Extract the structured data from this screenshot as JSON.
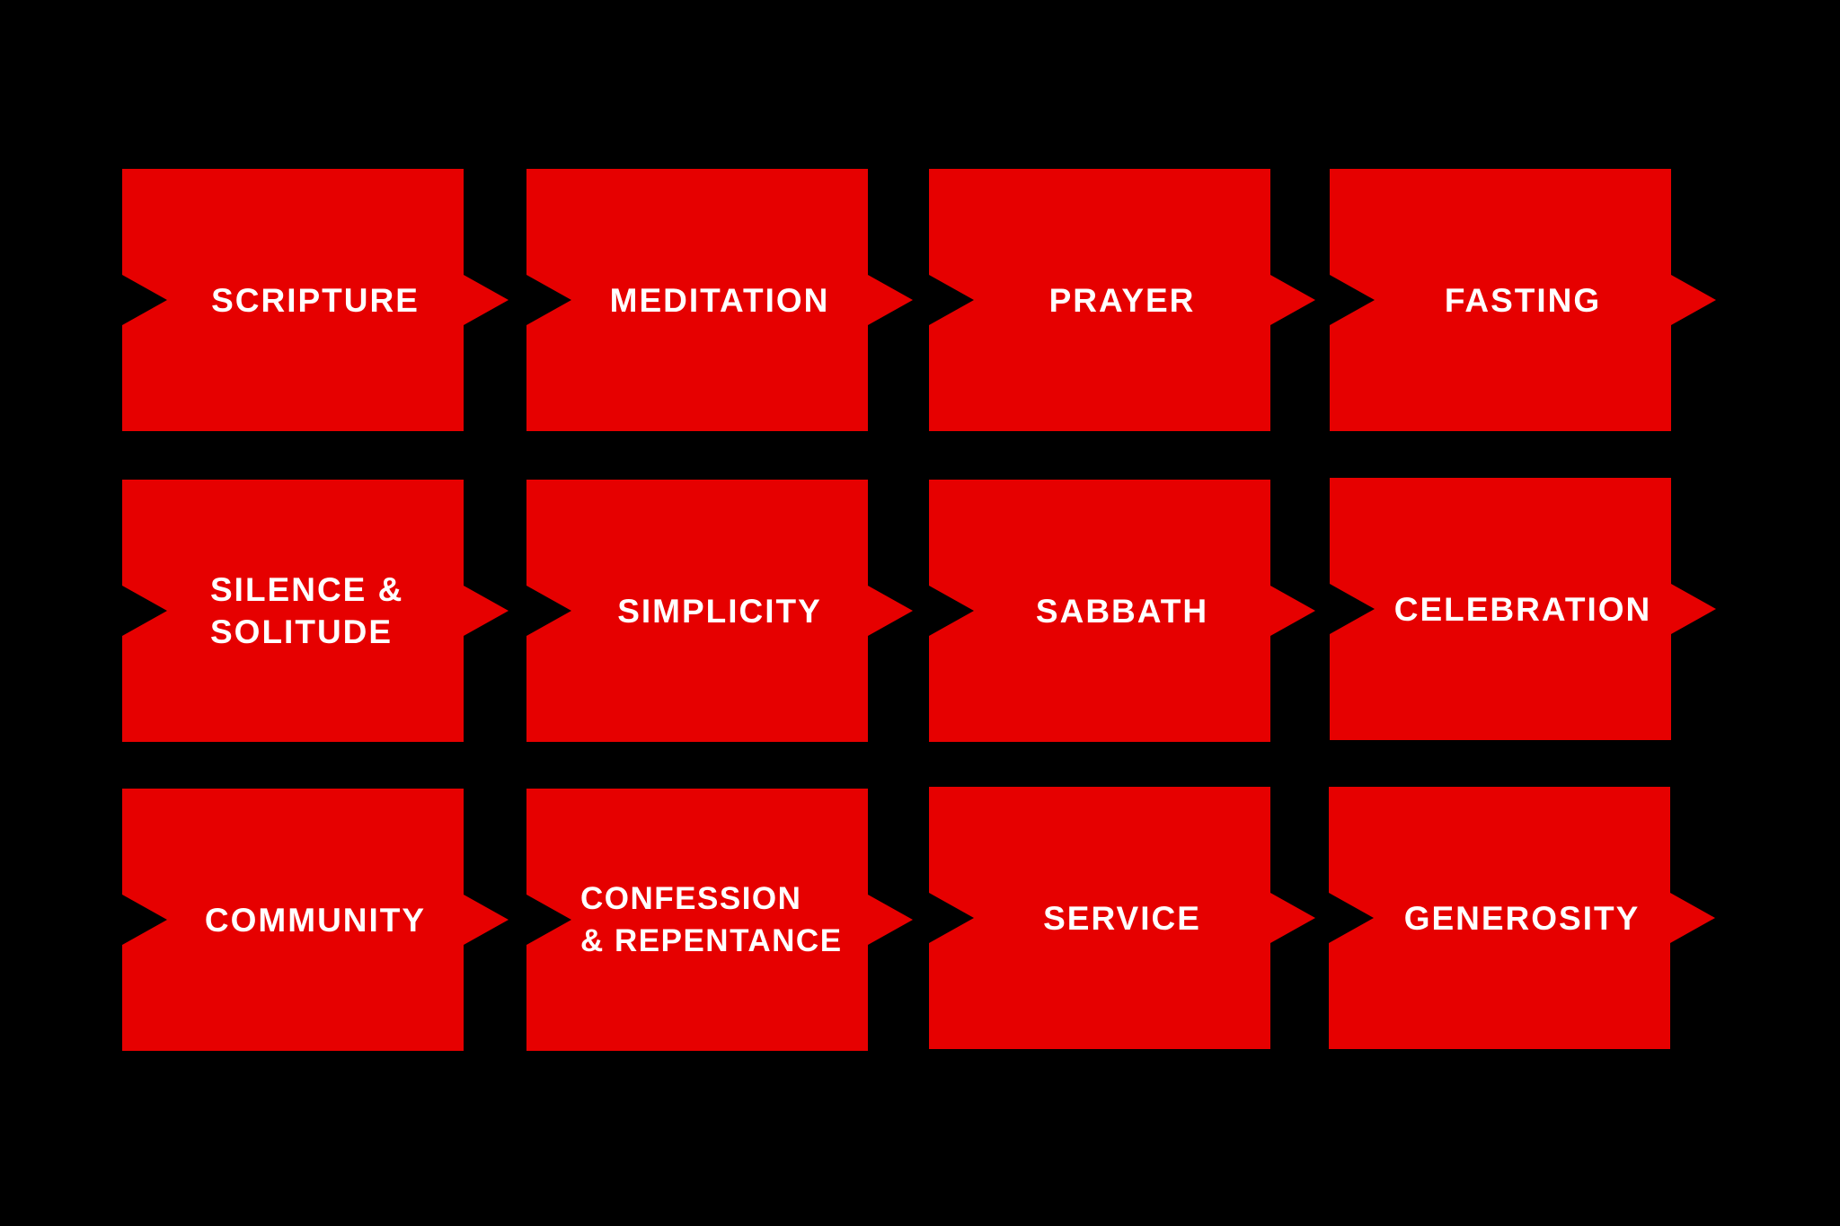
{
  "colors": {
    "background": "#000000",
    "tile": "#e60000",
    "text": "#ffffff"
  },
  "tiles": [
    {
      "label": "SCRIPTURE"
    },
    {
      "label": "MEDITATION"
    },
    {
      "label": "PRAYER"
    },
    {
      "label": "FASTING"
    },
    {
      "label": "SILENCE &\nSOLITUDE"
    },
    {
      "label": "SIMPLICITY"
    },
    {
      "label": "SABBATH"
    },
    {
      "label": "CELEBRATION"
    },
    {
      "label": "COMMUNITY"
    },
    {
      "label": "CONFESSION\n& REPENTANCE"
    },
    {
      "label": "SERVICE"
    },
    {
      "label": "GENEROSITY"
    }
  ]
}
